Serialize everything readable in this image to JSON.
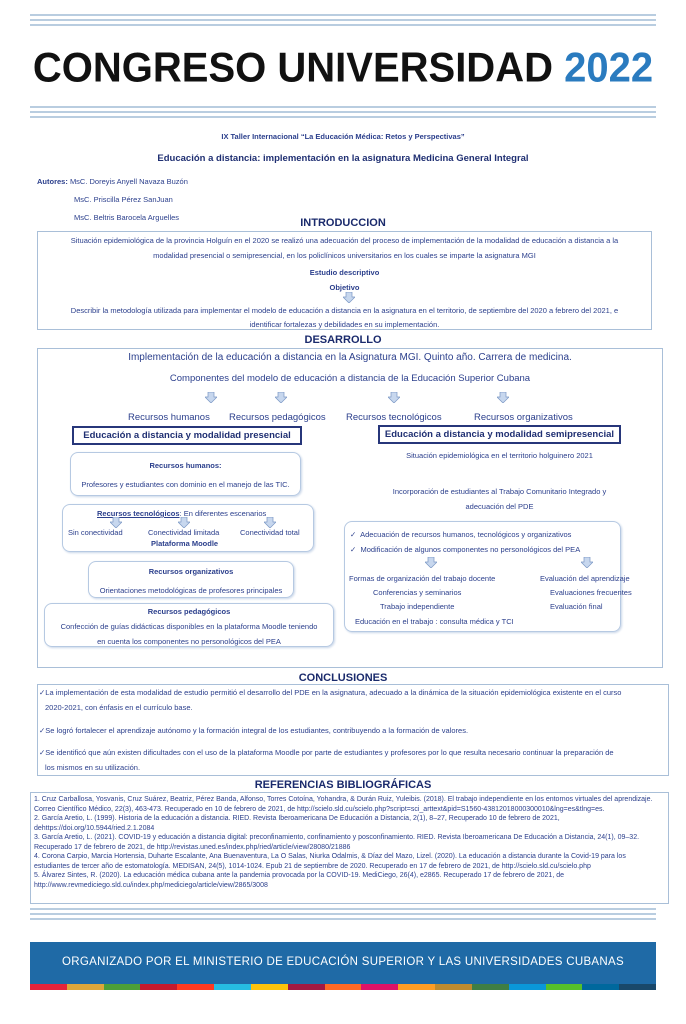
{
  "header": {
    "title_main": "CONGRESO UNIVERSIDAD",
    "title_year": "2022",
    "workshop": "IX Taller Internacional “La Educación Médica: Retos y Perspectivas”",
    "paper_title": "Educación  a distancia: implementación en la asignatura Medicina General Integral",
    "authors_label": "Autores:",
    "authors": [
      "MsC. Doreyis Anyell Navaza Buzón",
      "MsC. Priscilla Pérez SanJuan",
      "MsC. Beltris Barocela Arguelles"
    ]
  },
  "intro": {
    "heading": "INTRODUCCION",
    "line1": "Situación epidemiológica  de la provincia Holguín en el  2020 se realizó una  adecuación del proceso de implementación de  la modalidad de educación a distancia a la",
    "line2": "modalidad presencial o semipresencial, en los policlínicos universitarios en los cuales se imparte la asignatura MGI",
    "study": "Estudio descriptivo",
    "objective": "Objetivo",
    "obj_line1": "Describir la metodología utilizada para implementar el modelo de educación a distancia en la asignatura  en  el territorio,  de septiembre del 2020 a febrero del 2021, e",
    "obj_line2": "identificar fortalezas y debilidades en su implementación."
  },
  "desarrollo": {
    "heading": "DESARROLLO",
    "line1": "Implementación de la educación a distancia en la Asignatura MGI.  Quinto año. Carrera de medicina.",
    "line2": "Componentes del modelo de educación a distancia de la Educación Superior Cubana",
    "resources": [
      "Recursos humanos",
      "Recursos pedagógicos",
      "Recursos tecnológicos",
      "Recursos  organizativos"
    ],
    "left_box": "Educación a distancia y modalidad presencial",
    "right_box": "Educación a distancia y modalidad semipresencial",
    "rh_title": "Recursos humanos:",
    "rh_text": "Profesores y estudiantes con dominio en el manejo de las TIC.",
    "rt_title": "Recursos tecnológicos",
    "rt_suffix": ": En diferentes escenarios",
    "rt_opts": [
      "Sin conectividad",
      "Conectividad limitada",
      "Conectividad total"
    ],
    "rt_platform": "Plataforma Moodle",
    "ro_title": "Recursos organizativos",
    "ro_text": "Orientaciones metodológicas de profesores principales",
    "rp_title": "Recursos pedagógicos",
    "rp_line1": "Confección de guías didácticas disponibles en la plataforma Moodle teniendo",
    "rp_line2": "en cuenta  los componentes no personológicos del PEA",
    "right_sit": "Situación epidemiológica  en el territorio holguinero 2021",
    "right_inc1": "Incorporación de estudiantes al Trabajo Comunitario Integrado y",
    "right_inc2": "adecuación  del PDE",
    "check1": "Adecuación de recursos humanos, tecnológicos  y organizativos",
    "check2": "Modificación  de algunos componentes no personológicos del PEA",
    "formas": [
      "Formas de organización del trabajo docente",
      "Conferencias y seminarios",
      "Trabajo independiente",
      "Educación en el trabajo : consulta médica y TCI"
    ],
    "evaluacion": [
      "Evaluación del aprendizaje",
      "Evaluaciones frecuentes",
      "Evaluación final"
    ]
  },
  "conclusiones": {
    "heading": "CONCLUSIONES",
    "c1a": "La implementación de esta modalidad de estudio permitió el desarrollo del PDE en la asignatura, adecuado a la dinámica de la situación epidemiológica existente en el curso",
    "c1b": "2020-2021, con énfasis en el currículo base.",
    "c2": "Se logró fortalecer el aprendizaje autónomo y la formación integral de los estudiantes, contribuyendo a la formación de valores.",
    "c3a": "Se identificó que aún existen dificultades con el uso de la plataforma Moodle por parte de estudiantes y profesores por lo que resulta necesario continuar  la preparación de",
    "c3b": "los mismos en su utilización."
  },
  "referencias": {
    "heading": "REFERENCIAS BIBLIOGRÁFICAS",
    "r1": "1.  Cruz Carballosa, Yosvanis, Cruz Suárez, Beatriz, Pérez Banda, Alfonso, Torres Cotoína, Yohandra, & Durán Ruiz, Yuleibis. (2018). El trabajo independiente en los entornos virtuales del aprendizaje. Correo Científico Médico, 22(3), 463-473. Recuperado en 10 de febrero de 2021, de http://scielo.sld.cu/scielo.php?script=sci_arttext&pid=S1560-43812018000300010&lng=es&tlng=es.",
    "r2": "2.  García Aretio, L. (1999). Historia de la educación a distancia. RIED. Revista Iberoamericana De Educación a Distancia, 2(1), 8–27, Recuperado 10 de febrero de 2021, dehttps://doi.org/10.5944/ried.2.1.2084",
    "r3": "3.  García Aretio, L. (2021). COVID-19 y educación a distancia digital: preconfinamiento, confinamiento y posconfinamiento. RIED. Revista Iberoamericana De Educación a Distancia, 24(1), 09–32. Recuperado 17 de febrero de 2021, de http://revistas.uned.es/index.php/ried/article/view/28080/21886",
    "r4": "4.  Corona Carpio, Marcia Hortensia, Duharte Escalante, Ana Buenaventura, La O Salas, Niurka Odalmis, & Díaz del Mazo, Lizel. (2020). La educación a distancia durante la Covid-19 para los estudiantes de tercer año de estomatología. MEDISAN, 24(5), 1014-1024. Epub 21 de septiembre de 2020. Recuperado en 17 de febrero de 2021, de http://scielo.sld.cu/scielo.php",
    "r5": "5.  Álvarez Sintes, R. (2020). La educación médica cubana ante la pandemia provocada por la COVID-19. MediCiego, 26(4), e2865. Recuperado 17 de febrero de 2021, de http://www.revmediciego.sld.cu/index.php/mediciego/article/view/2865/3008"
  },
  "footer": {
    "text": "ORGANIZADO POR EL MINISTERIO DE EDUCACIÓN SUPERIOR Y LAS UNIVERSIDADES CUBANAS"
  },
  "colors": {
    "accent": "#2a7bbf",
    "text": "#2b3f8c",
    "footer_bg": "#1f6aa6",
    "stripe": [
      "#e5243b",
      "#dda63a",
      "#4c9f38",
      "#c5192d",
      "#ff3a21",
      "#26bde2",
      "#fcc30b",
      "#a21942",
      "#fd6925",
      "#dd1367",
      "#fd9d24",
      "#bf8b2e",
      "#3f7e44",
      "#0a97d9",
      "#56c02b",
      "#00689d",
      "#19486a"
    ]
  },
  "icons": {
    "arrow": "down-arrow-icon",
    "check": "check-icon"
  }
}
